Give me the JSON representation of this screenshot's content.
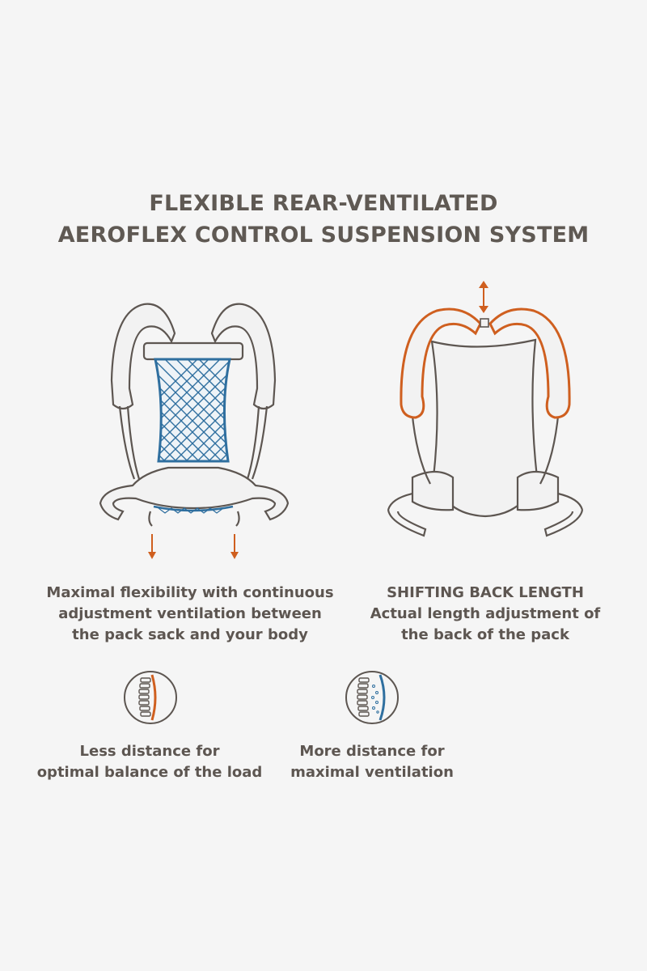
{
  "title": {
    "line1": "FLEXIBLE REAR-VENTILATED",
    "line2": "AEROFLEX CONTROL SUSPENSION SYSTEM"
  },
  "left_feature": {
    "lines": [
      "Maximal flexibility with continuous",
      "adjustment ventilation between",
      "the pack sack and your body"
    ]
  },
  "right_feature": {
    "heading": "SHIFTING BACK LENGTH",
    "lines": [
      "Actual length adjustment of",
      "the back of the pack"
    ]
  },
  "spine_left": {
    "lines": [
      "Less distance for",
      "optimal balance of the load"
    ]
  },
  "spine_right": {
    "lines": [
      "More distance for",
      "maximal ventilation"
    ]
  },
  "colors": {
    "outline": "#5d5651",
    "accent_orange": "#cf5f1f",
    "accent_blue": "#2f6f9f",
    "background": "#f5f5f5"
  }
}
